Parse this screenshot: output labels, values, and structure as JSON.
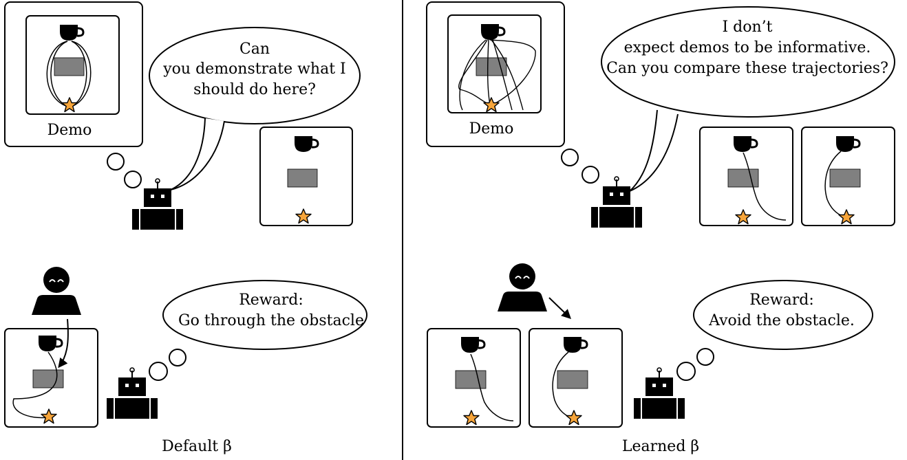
{
  "left": {
    "thought_label": "Demo",
    "speech": [
      "Can",
      "you demonstrate what I",
      "should do here?"
    ],
    "reward": [
      "Reward:",
      "Go through the obstacle"
    ],
    "caption": "Default β"
  },
  "right": {
    "thought_label": "Demo",
    "speech": [
      "I don’t",
      "expect demos to be informative.",
      "Can you compare these trajectories?"
    ],
    "reward": [
      "Reward:",
      "Avoid the obstacle."
    ],
    "caption": "Learned β"
  },
  "colors": {
    "star": "#f7a53a",
    "obstacle": "#808080",
    "ink": "#000000"
  },
  "icons": [
    "coffee-cup-icon",
    "star-icon",
    "robot-icon",
    "person-icon",
    "obstacle-block"
  ]
}
